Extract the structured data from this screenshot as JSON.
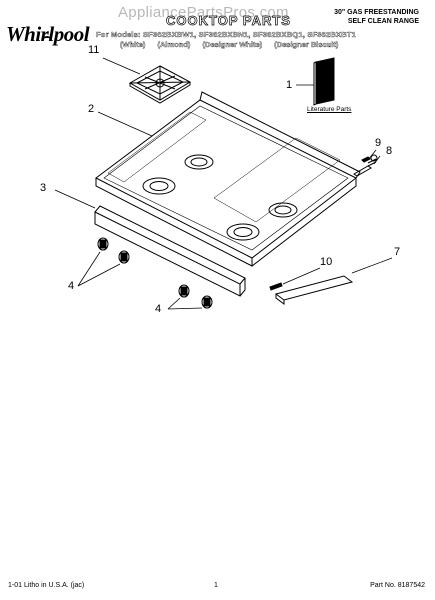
{
  "header": {
    "brand": "Whirlpool",
    "watermark": "AppliancePartsPros.com",
    "title": "COOKTOP PARTS",
    "range_line1": "30\" GAS FREESTANDING",
    "range_line2": "SELF CLEAN RANGE",
    "models": "For Models: SF362BXBW1, SF362BXBN1, SF362BXBQ1, SF362BXBT1",
    "colors": [
      "(White)",
      "(Almond)",
      "(Designer White)",
      "(Designer Biscuit)"
    ]
  },
  "callouts": {
    "c11": "11",
    "c1": "1",
    "c2": "2",
    "c9": "9",
    "c8": "8",
    "c3": "3",
    "c7": "7",
    "c10": "10",
    "c4a": "4",
    "c4b": "4"
  },
  "literature_label": "Literature Parts",
  "footer": {
    "left": "1-01 Litho in U.S.A. (jac)",
    "page": "1",
    "right": "Part No. 8187542"
  }
}
